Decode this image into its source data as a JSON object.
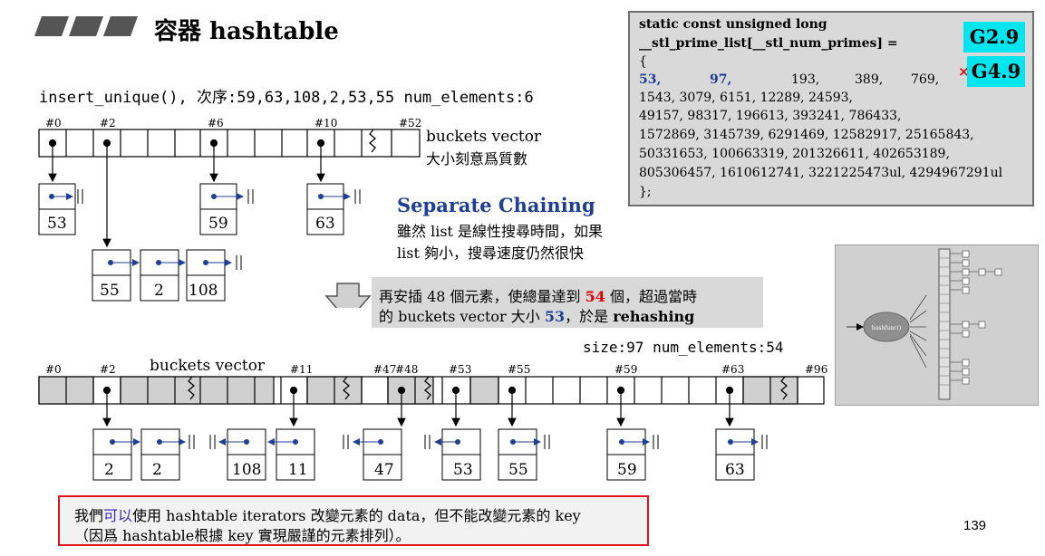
{
  "title": {
    "text": "容器 hashtable"
  },
  "insert_line": "insert_unique(), 次序:59,63,108,2,53,55 num_elements:6",
  "code": {
    "lines": [
      "static const unsigned long",
      "__stl_prime_list[__stl_num_primes] =",
      "{",
      "   53,       97,          193,        389,       769,",
      "  1543,      3079,        6151,      12289,    24593,",
      "  49157,     98317,      196613,    393241,    786433,",
      "  1572869,  3145739,     6291469,   12582917, 25165843,",
      "  50331653,  100663319,   201326611,  402653189,",
      "  805306457, 1610612741, 3221225473ul, 4294967291ul",
      "};"
    ],
    "badge_1": "G2.9",
    "badge_2": "G4.9",
    "badge_2_mark": "×"
  },
  "top_buckets": {
    "labels": [
      "#0",
      "#2",
      "#6",
      "#10",
      "#52"
    ],
    "vector_label": "buckets vector",
    "vector_sublabel": "大小刻意爲質數",
    "nodes": [
      "53",
      "59",
      "63",
      "55",
      "2",
      "108"
    ]
  },
  "separate_chaining": {
    "title": "Separate Chaining",
    "line1": "雖然 list 是線性搜尋時間，如果",
    "line2": "list 夠小，搜尋速度仍然很快"
  },
  "rehash": {
    "line1_a": "再安插 48 個元素，使總量達到 ",
    "line1_num": "54",
    "line1_b": " 個，超過當時",
    "line2_a": "的 buckets vector 大小 ",
    "line2_num": "53",
    "line2_b": "，於是 ",
    "line2_bold": "rehashing"
  },
  "size_line": "size:97   num_elements:54",
  "bottom_buckets": {
    "labels": [
      "#0",
      "#2",
      "#11",
      "#47",
      "#48",
      "#53",
      "#55",
      "#59",
      "#63",
      "#96"
    ],
    "vector_label": "buckets vector",
    "nodes": [
      "2",
      "2",
      "108",
      "11",
      "47",
      "53",
      "55",
      "59",
      "63"
    ]
  },
  "note": {
    "line1_a": "我們",
    "line1_highlight": "可以",
    "line1_b": "使用 hashtable iterators 改變元素的 data，但不能改變元素的 key",
    "line2": "（因爲 hashtable根據 key 實現嚴謹的元素排列）。"
  },
  "hash_panel": {
    "func_label": "hashfunc()"
  },
  "page_number": "139",
  "colors": {
    "blue_text": "#1f3f96",
    "red_text": "#e00000",
    "badge_bg": "#00e5ee",
    "note_border": "#e0151a",
    "code_bg": "#d9d9d9"
  }
}
